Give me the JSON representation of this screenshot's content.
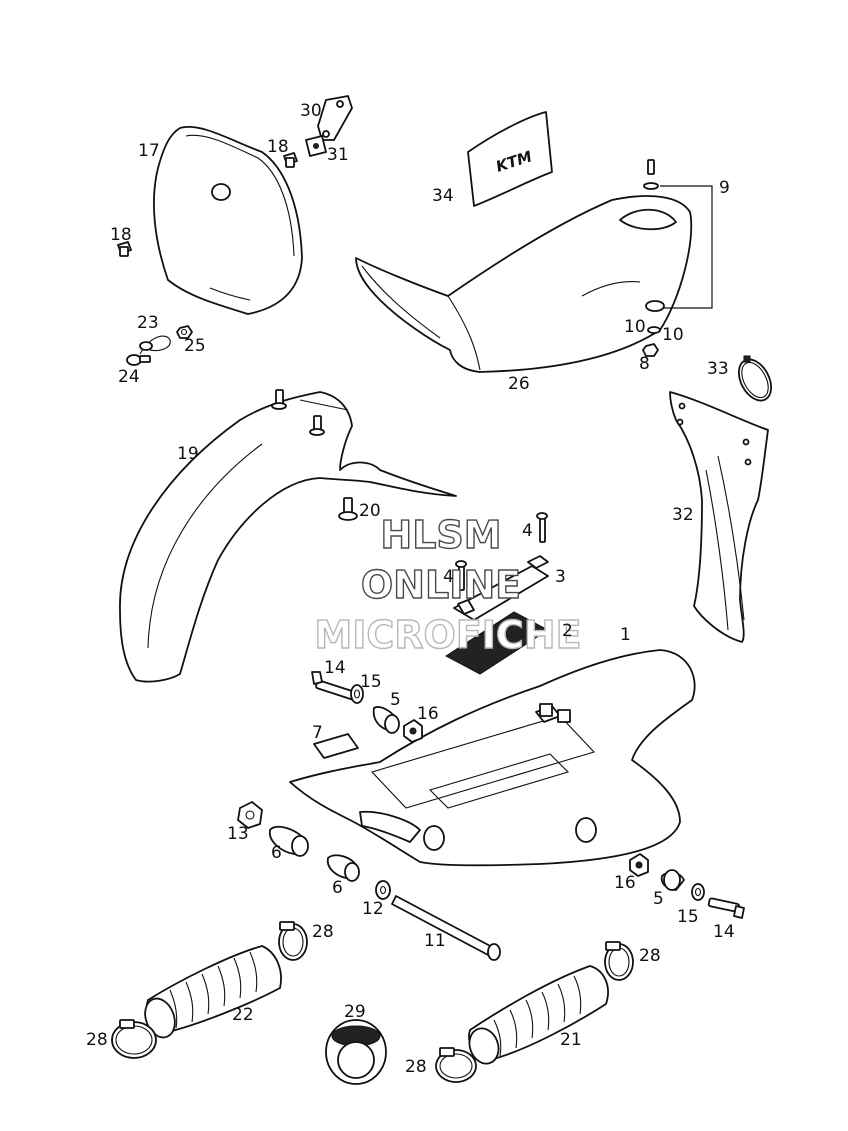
{
  "watermark": {
    "line1": "HLSM",
    "line2": "ONLINE",
    "line3": "MICROFICHE"
  },
  "decal_logo": "KTM",
  "callouts": [
    {
      "id": "c1",
      "text": "1"
    },
    {
      "id": "c2",
      "text": "2"
    },
    {
      "id": "c3",
      "text": "3"
    },
    {
      "id": "c4a",
      "text": "4"
    },
    {
      "id": "c4b",
      "text": "4"
    },
    {
      "id": "c5a",
      "text": "5"
    },
    {
      "id": "c5b",
      "text": "5"
    },
    {
      "id": "c6a",
      "text": "6"
    },
    {
      "id": "c6b",
      "text": "6"
    },
    {
      "id": "c7",
      "text": "7"
    },
    {
      "id": "c8",
      "text": "8"
    },
    {
      "id": "c9",
      "text": "9"
    },
    {
      "id": "c10a",
      "text": "10"
    },
    {
      "id": "c10b",
      "text": "10"
    },
    {
      "id": "c11",
      "text": "11"
    },
    {
      "id": "c12",
      "text": "12"
    },
    {
      "id": "c13",
      "text": "13"
    },
    {
      "id": "c14a",
      "text": "14"
    },
    {
      "id": "c14b",
      "text": "14"
    },
    {
      "id": "c15a",
      "text": "15"
    },
    {
      "id": "c15b",
      "text": "15"
    },
    {
      "id": "c16a",
      "text": "16"
    },
    {
      "id": "c16b",
      "text": "16"
    },
    {
      "id": "c17",
      "text": "17"
    },
    {
      "id": "c18a",
      "text": "18"
    },
    {
      "id": "c18b",
      "text": "18"
    },
    {
      "id": "c19",
      "text": "19"
    },
    {
      "id": "c20",
      "text": "20"
    },
    {
      "id": "c21",
      "text": "21"
    },
    {
      "id": "c22",
      "text": "22"
    },
    {
      "id": "c23",
      "text": "23"
    },
    {
      "id": "c24",
      "text": "24"
    },
    {
      "id": "c25",
      "text": "25"
    },
    {
      "id": "c26",
      "text": "26"
    },
    {
      "id": "c28a",
      "text": "28"
    },
    {
      "id": "c28b",
      "text": "28"
    },
    {
      "id": "c28c",
      "text": "28"
    },
    {
      "id": "c28d",
      "text": "28"
    },
    {
      "id": "c29",
      "text": "29"
    },
    {
      "id": "c30",
      "text": "30"
    },
    {
      "id": "c31",
      "text": "31"
    },
    {
      "id": "c32",
      "text": "32"
    },
    {
      "id": "c33",
      "text": "33"
    },
    {
      "id": "c34",
      "text": "34"
    }
  ]
}
